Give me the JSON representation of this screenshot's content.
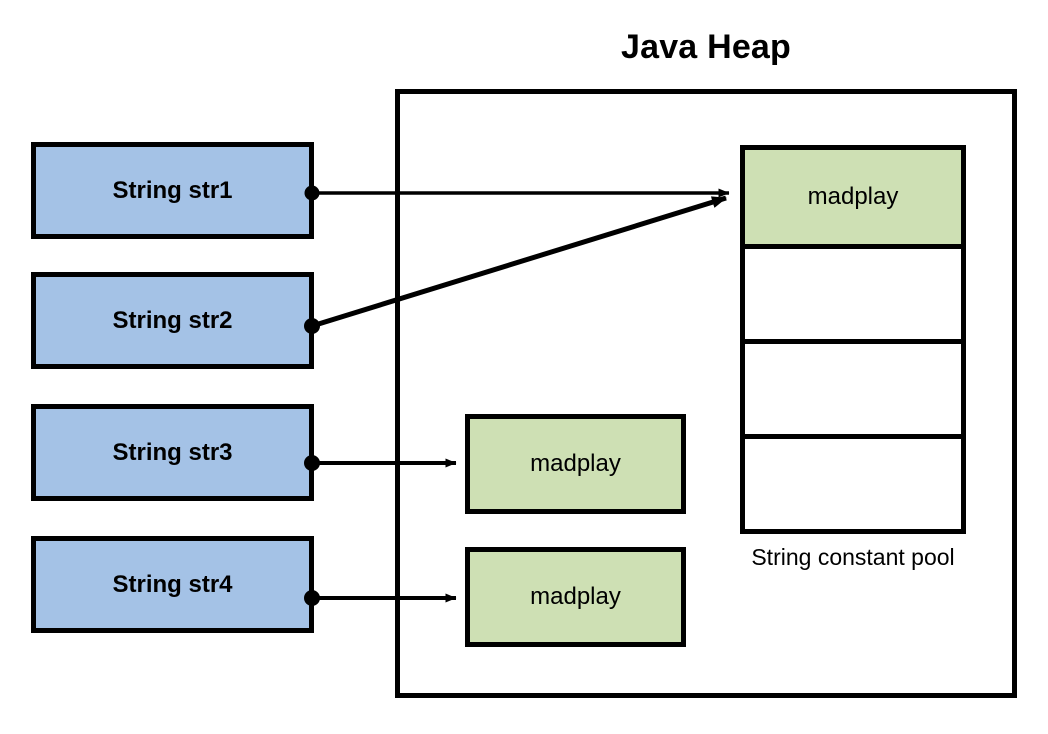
{
  "diagram": {
    "title": "Java Heap",
    "pool_label": "String constant pool",
    "colors": {
      "stack_fill": "#a4c2e6",
      "heap_object_fill": "#cee0b4",
      "pool_fill": "#cee0b4",
      "stroke": "#000000",
      "background": "#ffffff"
    },
    "stack_variables": [
      {
        "label": "String str1",
        "target": "pool-cell-0"
      },
      {
        "label": "String str2",
        "target": "pool-cell-0"
      },
      {
        "label": "String str3",
        "target": "heap-object-1"
      },
      {
        "label": "String str4",
        "target": "heap-object-2"
      }
    ],
    "heap_objects": [
      {
        "label": "madplay"
      },
      {
        "label": "madplay"
      }
    ],
    "string_constant_pool": {
      "cells": [
        {
          "label": "madplay",
          "filled": true
        },
        {
          "label": "",
          "filled": false
        },
        {
          "label": "",
          "filled": false
        },
        {
          "label": "",
          "filled": false
        }
      ]
    },
    "edges": [
      {
        "from": "String str1",
        "to": "pool-cell-0",
        "style": "straight-horizontal"
      },
      {
        "from": "String str2",
        "to": "pool-cell-0",
        "style": "diagonal"
      },
      {
        "from": "String str3",
        "to": "heap-object-1",
        "style": "straight-horizontal"
      },
      {
        "from": "String str4",
        "to": "heap-object-2",
        "style": "straight-horizontal"
      }
    ]
  }
}
